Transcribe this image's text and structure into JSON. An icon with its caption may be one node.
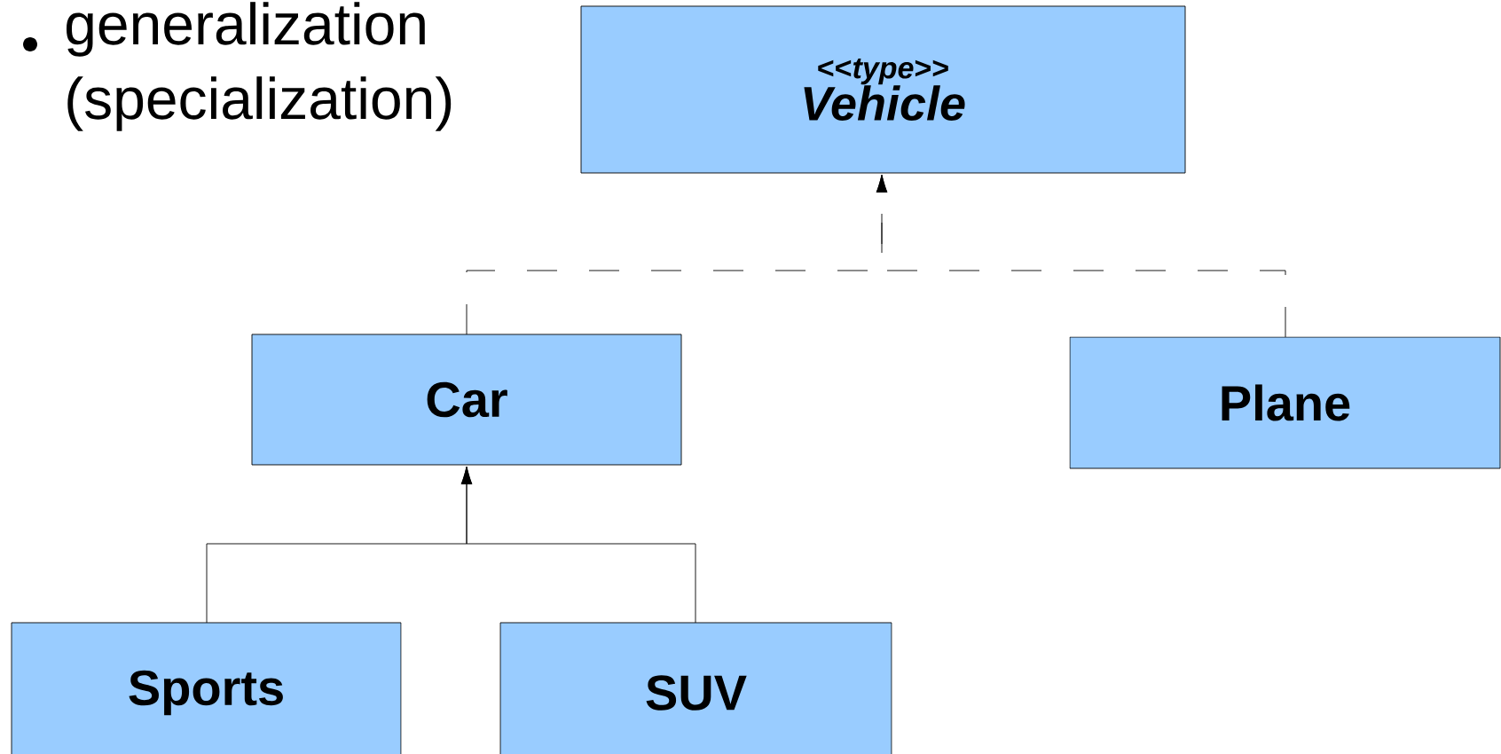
{
  "diagram": {
    "nodes": [
      {
        "text": [
          "<<*type*>>",
          "Vehicle"
        ]
      },
      {
        "text": [
          "Car"
        ]
      },
      {
        "text": [
          "Plane"
        ]
      },
      {
        "text": [
          "Sports"
        ]
      },
      {
        "text": [
          "SUV"
        ]
      }
    ],
    "edges": [
      {
        "from": 1,
        "to": 0,
        "arrow": "to",
        "style": "dashed"
      },
      {
        "from": 2,
        "to": 0,
        "arrow": "to",
        "style": "dashed"
      },
      {
        "from": 3,
        "to": 1,
        "arrow": "to"
      },
      {
        "from": 4,
        "to": 1,
        "arrow": "to"
      }
    ],
    "labels": [
      "generalization (specialization)"
    ]
  }
}
